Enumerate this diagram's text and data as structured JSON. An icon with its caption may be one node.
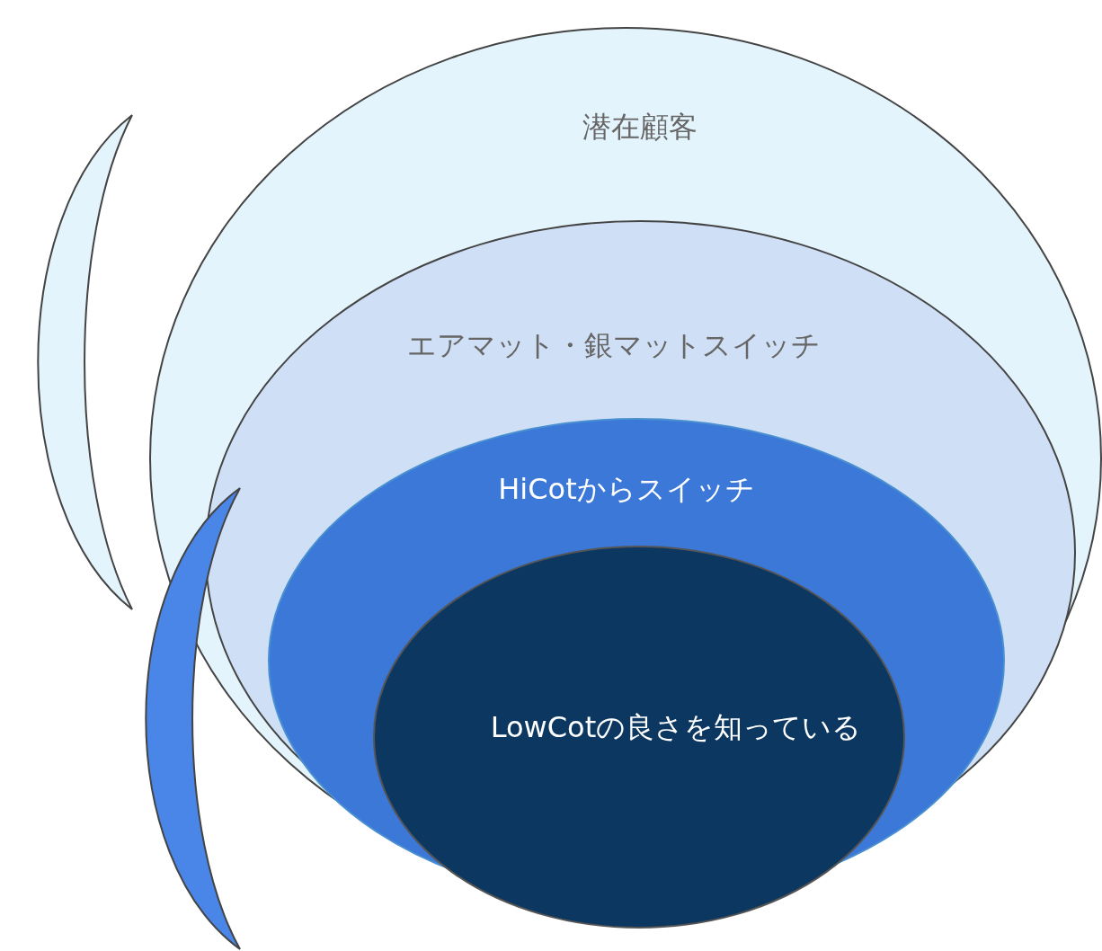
{
  "diagram": {
    "nodes": [
      {
        "text": [
          "潜在顧客"
        ]
      },
      {
        "text": [
          "エアマット・銀マットスイッチ"
        ],
        "in": 0
      },
      {
        "text": [
          "HiCotからスイッチ"
        ],
        "in": 1
      },
      {
        "text": [
          "LowCotの良さを知っている"
        ]
      },
      {
        "text": [],
        "shape": "crescent"
      },
      {
        "text": [],
        "shape": "crescent"
      }
    ]
  }
}
